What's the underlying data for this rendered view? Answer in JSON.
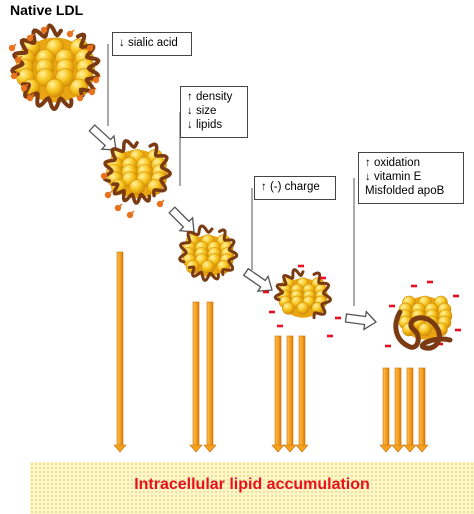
{
  "title": "Native LDL",
  "stages": [
    {
      "lines": [
        "↓ sialic acid"
      ]
    },
    {
      "lines": [
        "↑ density",
        "↓ size",
        "↓ lipids"
      ]
    },
    {
      "lines": [
        "↑ (-) charge"
      ]
    },
    {
      "lines": [
        "↑ oxidation",
        "↓ vitamin E",
        "Misfolded apoB"
      ]
    }
  ],
  "result_label": "Intracellular lipid accumulation",
  "colors": {
    "particle": "#f7c21a",
    "particle_edge": "#d38e0a",
    "apob": "#7a3b12",
    "sialic": "#e8731c",
    "charge": "#e81020",
    "bar": "#f6a11e",
    "banner_text": "#e8101a"
  }
}
